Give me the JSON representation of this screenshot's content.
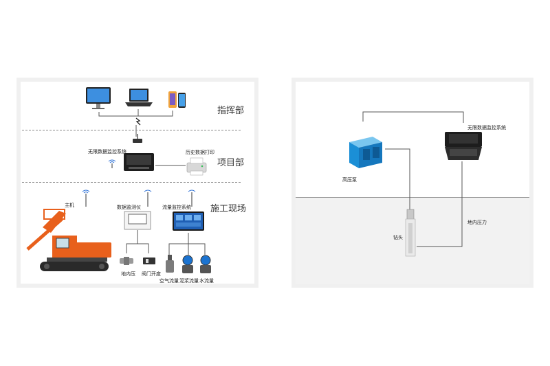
{
  "left_panel": {
    "sections": {
      "command": "指挥部",
      "project": "项目部",
      "site": "施工现场"
    },
    "labels": {
      "wireless_system": "无限数据监控系统",
      "history_print": "历史数据打印",
      "main_machine": "主机",
      "data_monitor": "数据监测仪",
      "flow_monitor": "流量监控系统",
      "ground_pressure": "地内压",
      "valve_opening": "阀门开度",
      "air_flow": "空气流量",
      "slurry_flow": "泥浆流量",
      "water_flow": "水流量"
    }
  },
  "right_panel": {
    "labels": {
      "wireless_system": "无限数据监控系统",
      "high_pressure_pump": "高压泵",
      "drill_head": "钻头",
      "ground_pressure": "地内压力"
    }
  },
  "colors": {
    "rig_orange": "#e8601c",
    "screen_blue": "#1f5fb4",
    "pump_blue": "#1b8fd6",
    "ground_gray": "#f2f2f2"
  }
}
